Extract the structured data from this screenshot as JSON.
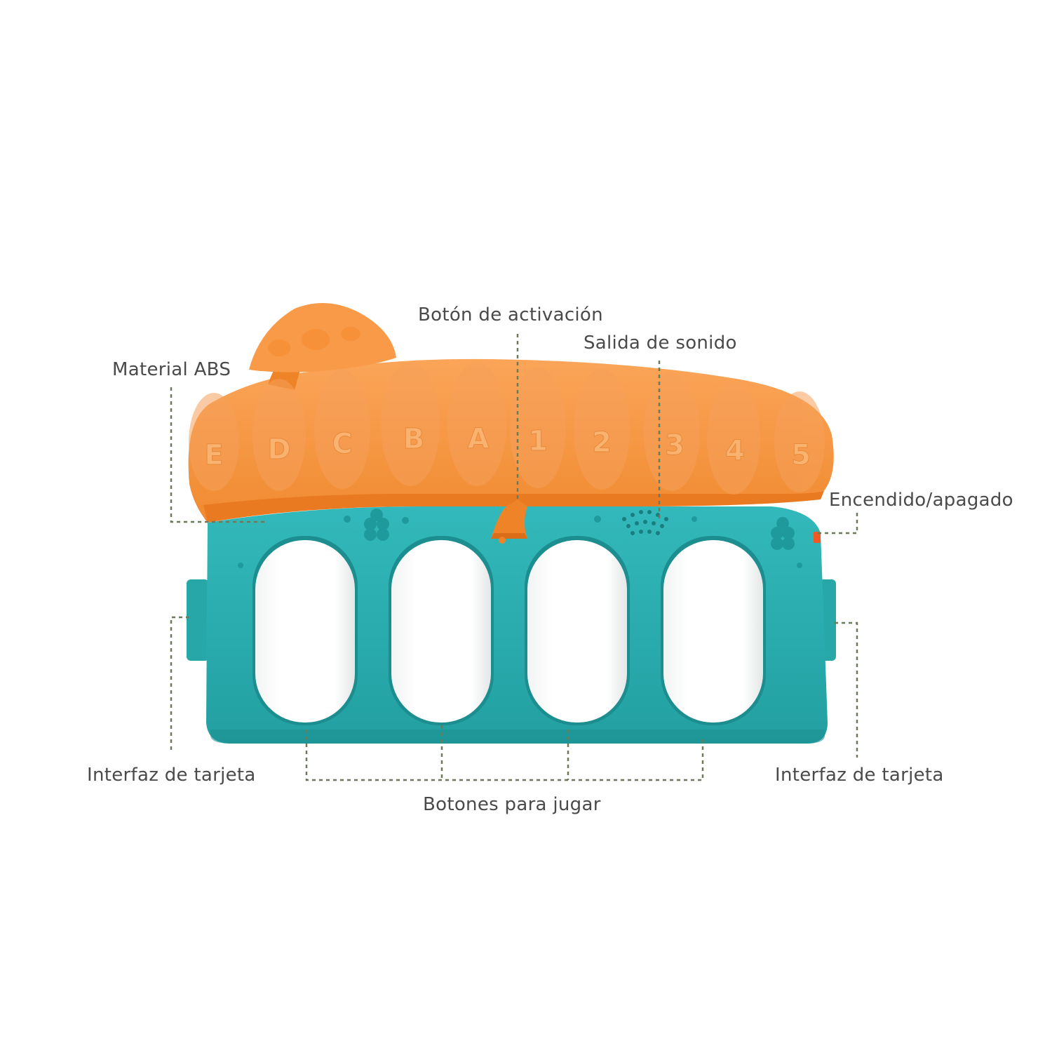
{
  "labels": {
    "activation_button": "Botón de activación",
    "sound_output": "Salida de sonido",
    "abs_material": "Material ABS",
    "power_switch": "Encendido/apagado",
    "card_interface_left": "Interfaz de tarjeta",
    "card_interface_right": "Interfaz de tarjeta",
    "play_buttons": "Botones para jugar"
  },
  "roof_keys": [
    "E",
    "D",
    "C",
    "B",
    "A",
    "1",
    "2",
    "3",
    "4",
    "5"
  ],
  "colors": {
    "roof": "#f7913a",
    "roof_dark": "#e97a22",
    "body": "#2bb0b2",
    "body_dark": "#1c9597",
    "key": "#ffffff",
    "leader": "#6b7a5a",
    "text": "#4a4a4a"
  },
  "icons": [
    "bell-icon",
    "speaker-grille-icon",
    "flower-icon",
    "power-switch-icon"
  ]
}
